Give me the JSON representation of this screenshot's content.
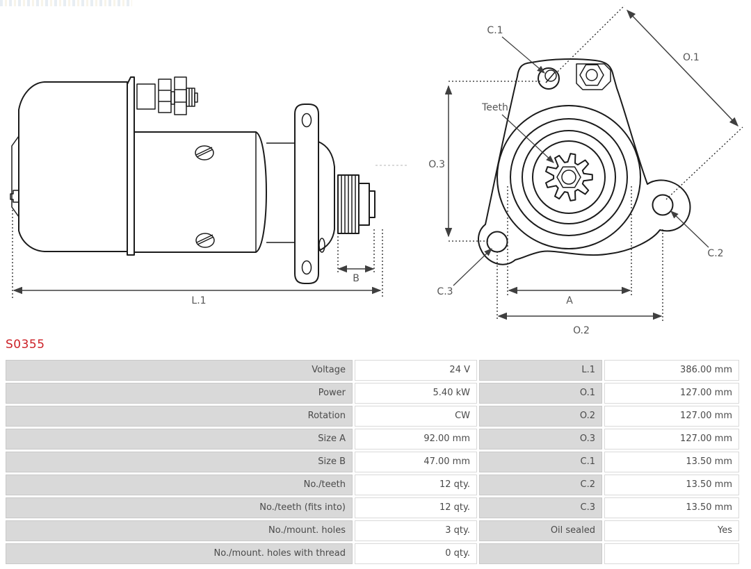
{
  "header": {
    "product_code": "S0355"
  },
  "colors": {
    "accent_red": "#cc2127",
    "table_label_gray": "#d9d9d9",
    "drawing_line": "#1b1b1b",
    "dimension_gray": "#3f3f3f"
  },
  "drawings": {
    "side_view": {
      "dim_b": "B",
      "dim_l1": "L.1"
    },
    "front_view": {
      "dim_c1": "C.1",
      "dim_o1": "O.1",
      "teeth_label": "Teeth",
      "dim_o3": "O.3",
      "dim_c2": "C.2",
      "dim_c3": "C.3",
      "dim_a": "A",
      "dim_o2": "O.2"
    }
  },
  "spec_table": {
    "rows": [
      [
        "Voltage",
        "24 V",
        "L.1",
        "386.00 mm"
      ],
      [
        "Power",
        "5.40 kW",
        "O.1",
        "127.00 mm"
      ],
      [
        "Rotation",
        "CW",
        "O.2",
        "127.00 mm"
      ],
      [
        "Size A",
        "92.00 mm",
        "O.3",
        "127.00 mm"
      ],
      [
        "Size B",
        "47.00 mm",
        "C.1",
        "13.50 mm"
      ],
      [
        "No./teeth",
        "12 qty.",
        "C.2",
        "13.50 mm"
      ],
      [
        "No./teeth (fits into)",
        "12 qty.",
        "C.3",
        "13.50 mm"
      ],
      [
        "No./mount. holes",
        "3 qty.",
        "Oil sealed",
        "Yes"
      ],
      [
        "No./mount. holes with thread",
        "0 qty.",
        "",
        ""
      ]
    ]
  }
}
